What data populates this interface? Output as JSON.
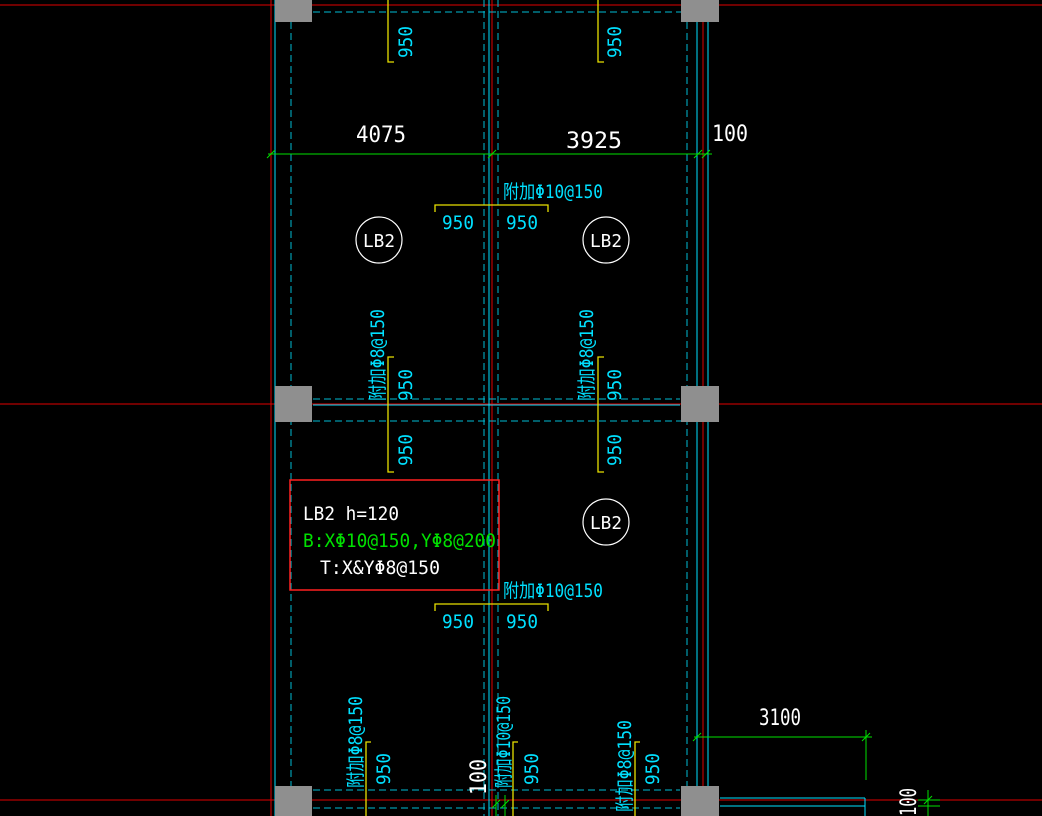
{
  "colors": {
    "background": "#000000",
    "axis": "#e00000",
    "beam_edge": "#00e0ff",
    "beam_hidden": "#00bcd4",
    "dimension": "#00e000",
    "rebar": "#e8e000",
    "column": "#8f8f8f",
    "text_white": "#ffffff",
    "text_cyan": "#00e0ff",
    "text_green": "#00e000",
    "callout_border": "#ff2020"
  },
  "dimensions": {
    "span_left": "4075",
    "span_right": "3925",
    "offset_right": "100",
    "span_lower_right": "3100",
    "offset_bottom": "100",
    "offset_bottom_right": "100"
  },
  "slab_tags": [
    "LB2",
    "LB2",
    "LB2"
  ],
  "rebar_lengths": {
    "top_left": "950",
    "top_right": "950",
    "upper_h_left": "950",
    "upper_h_right": "950",
    "mid_left_up": "950",
    "mid_left_down": "950",
    "mid_right_up": "950",
    "mid_right_down": "950",
    "lower_h_left": "950",
    "lower_h_right": "950",
    "bottom_1": "950",
    "bottom_2": "950",
    "bottom_3": "950"
  },
  "rebar_notes": {
    "upper_h": "附加Φ10@150",
    "lower_h": "附加Φ10@150",
    "mid_left": "附加Φ8@150",
    "mid_right": "附加Φ8@150",
    "bottom_1": "附加Φ8@150",
    "bottom_2": "附加Φ10@150",
    "bottom_3": "附加Φ8@150"
  },
  "callout": {
    "line1": "LB2  h=120",
    "line2": "B:XΦ10@150,YΦ8@200",
    "line3": "T:X&YΦ8@150"
  }
}
